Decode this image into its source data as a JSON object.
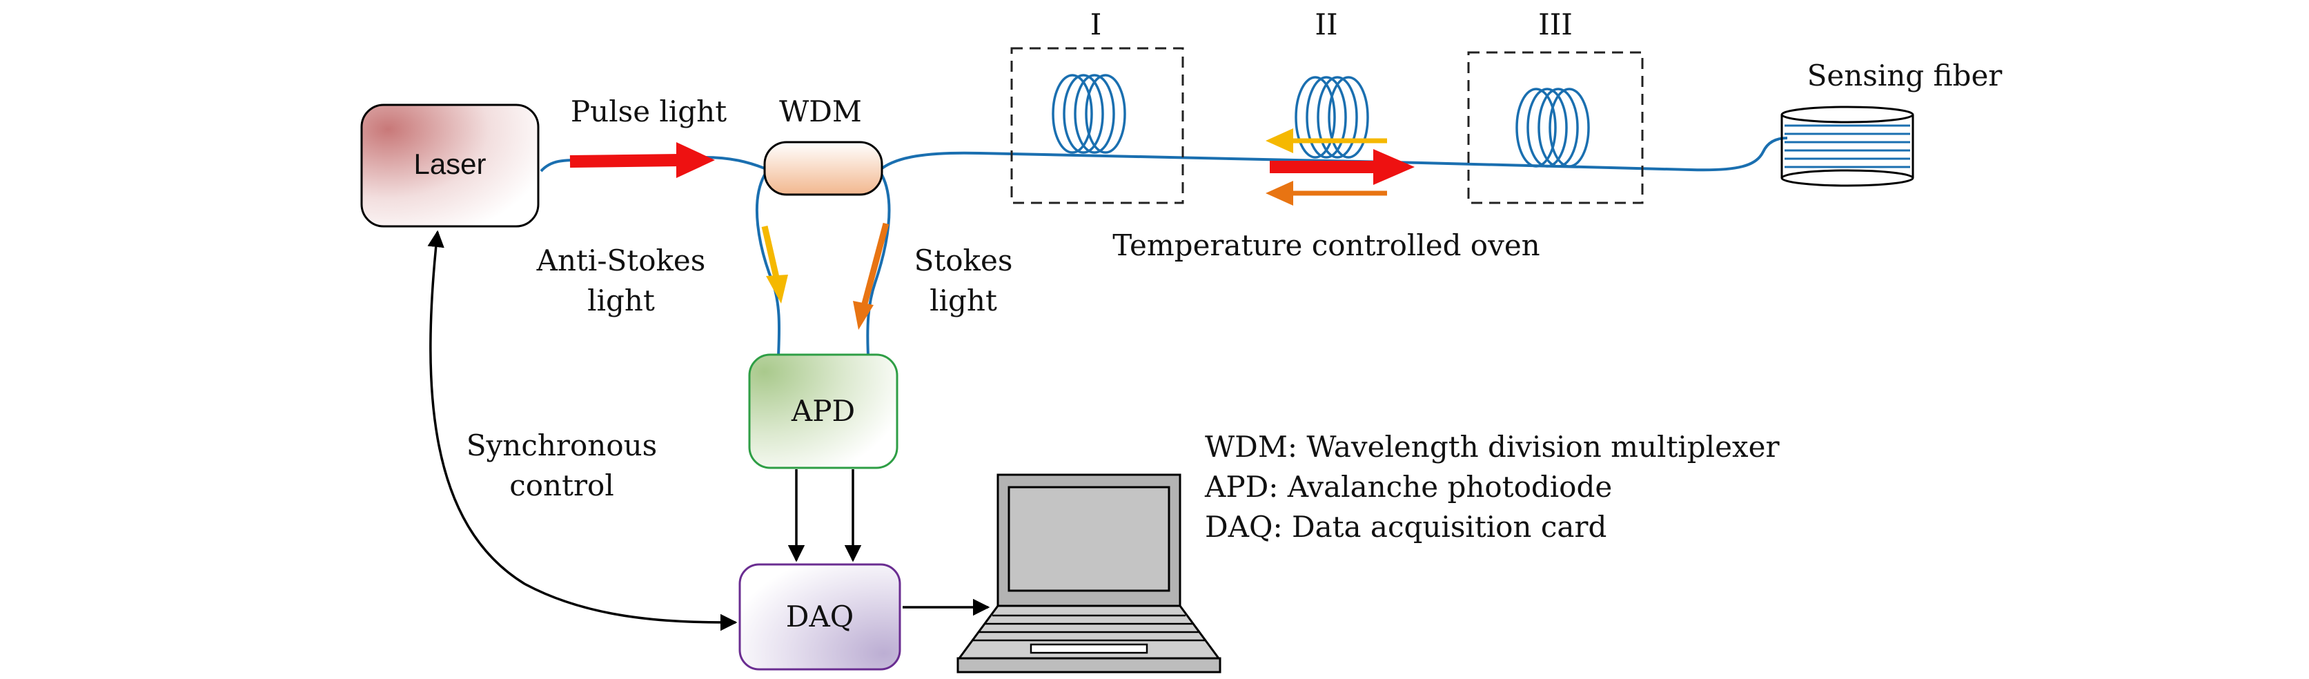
{
  "components": {
    "laser": "Laser",
    "wdm": "WDM",
    "apd": "APD",
    "daq": "DAQ",
    "sensing_fiber": "Sensing fiber"
  },
  "light_labels": {
    "pulse": "Pulse light",
    "anti_stokes_1": "Anti-Stokes",
    "anti_stokes_2": "light",
    "stokes_1": "Stokes",
    "stokes_2": "light"
  },
  "coils": {
    "i": "I",
    "ii": "II",
    "iii": "III",
    "oven": "Temperature controlled oven"
  },
  "control": {
    "line1": "Synchronous",
    "line2": "control"
  },
  "legend": [
    "WDM: Wavelength division multiplexer",
    "APD: Avalanche photodiode",
    "DAQ: Data acquisition card"
  ],
  "colors": {
    "fiber": "#1a6fb0",
    "pulse_arrow": "#ee1111",
    "anti_stokes_arrow": "#f5b800",
    "stokes_arrow": "#e87412",
    "apd_border": "#2e9e45",
    "daq_border": "#6a2d91"
  }
}
